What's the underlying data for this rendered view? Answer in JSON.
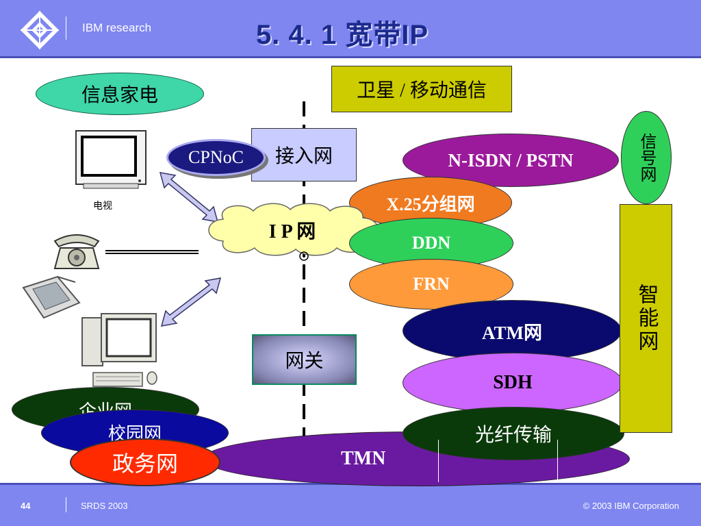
{
  "header": {
    "brand": "IBM research",
    "title": "5. 4. 1  宽带IP",
    "logo": "IBM"
  },
  "footer": {
    "page_number": "44",
    "event": "SRDS 2003",
    "copyright": "© 2003 IBM Corporation"
  },
  "diagram": {
    "info_appliance": "信息家电",
    "tv_label": "电视",
    "cpnoc": "CPNoC",
    "access_network": "接入网",
    "ip_network": "I P 网",
    "gateway": "网关",
    "satellite": "卫星 / 移动通信",
    "signaling_network": "信号网",
    "intelligent_network": "智能网",
    "enterprise_network": "企业网",
    "campus_network": "校园网",
    "government_network": "政务网",
    "tmn": "TMN",
    "layers": [
      "N-ISDN / PSTN",
      "X.25分组网",
      "DDN",
      "FRN",
      "ATM网",
      "SDH",
      "光纤传输"
    ]
  },
  "colors": {
    "header_bg": "#7f86f0",
    "title_text": "#1b2a8c",
    "teal": "#3fd6a8",
    "purple": "#9b1a9b",
    "orange": "#f07a20",
    "green": "#2fd05a",
    "navy": "#0a0a6e",
    "violet": "#cc66ff",
    "dark_green": "#0a3a0a",
    "olive": "#cccc00",
    "red": "#ff2a00",
    "tmn_purple": "#6a1aa0"
  }
}
